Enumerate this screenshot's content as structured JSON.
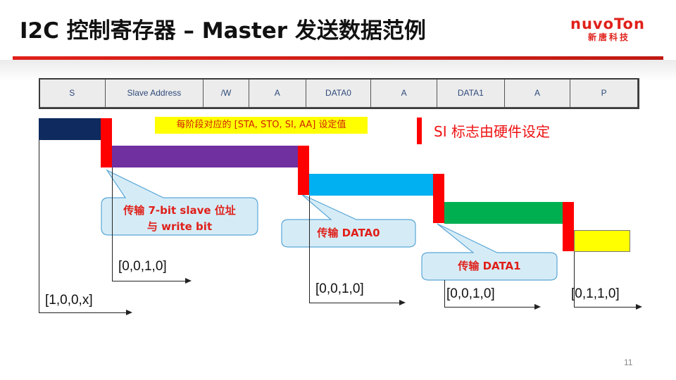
{
  "header": {
    "title": "I2C 控制寄存器 – Master 发送数据范例",
    "logo_text": "nuvoTon",
    "logo_sub": "新唐科技"
  },
  "frame": {
    "cells": [
      "S",
      "Slave Address",
      "/W",
      "A",
      "DATA0",
      "A",
      "DATA1",
      "A",
      "P"
    ]
  },
  "legend": {
    "stage_values": "每阶段对应的 [STA, STO, SI, AA] 设定值",
    "si_note": "SI 标志由硬件设定"
  },
  "colors": {
    "start_bar": "#0e2a5e",
    "address_bar": "#7030a0",
    "data0_bar": "#00b0f0",
    "data1_bar": "#00b050",
    "stop_bar": "#ffff00",
    "si_flag": "#ff0000",
    "callout_fill": "#d5ecf7",
    "callout_border": "#5aa6d6"
  },
  "states": [
    "[1,0,0,x]",
    "[0,0,1,0]",
    "[0,0,1,0]",
    "[0,0,1,0]",
    "[0,1,1,0]"
  ],
  "callouts": {
    "address_line1": "传输 7-bit slave 位址",
    "address_line2": "与 write bit",
    "data0": "传输 DATA0",
    "data1": "传输 DATA1"
  },
  "page_number": "11"
}
